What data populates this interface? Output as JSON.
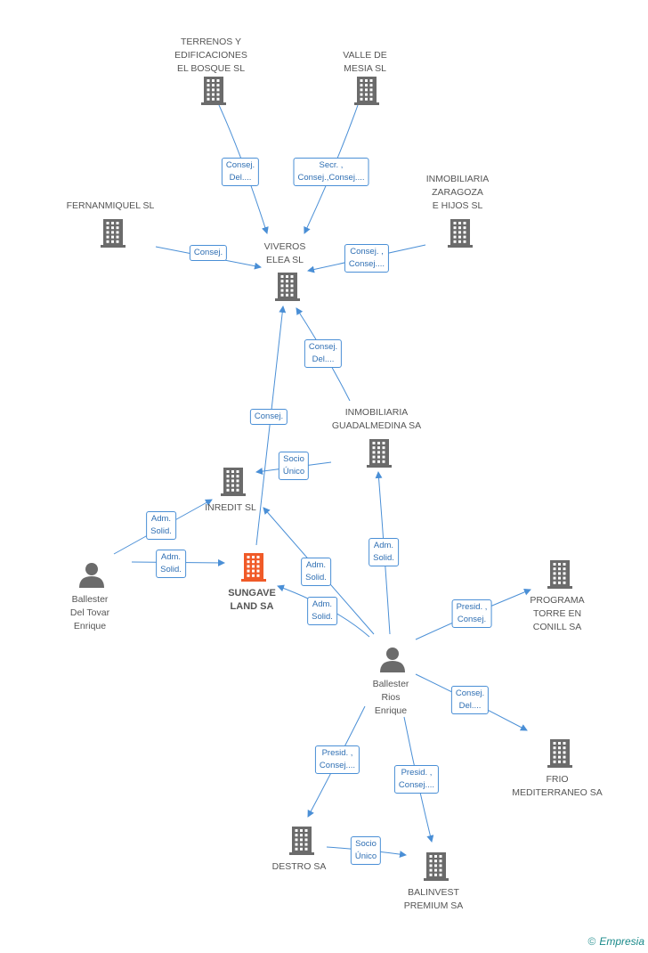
{
  "colors": {
    "edge": "#4a8fd6",
    "company": "#6b6b6b",
    "focus_company": "#f05a28",
    "person": "#6b6b6b"
  },
  "nodes": [
    {
      "id": "terrenos",
      "type": "company",
      "label": "TERRENOS Y\nEDIFICACIONES\nEL BOSQUE  SL"
    },
    {
      "id": "valle",
      "type": "company",
      "label": "VALLE DE\nMESIA  SL"
    },
    {
      "id": "fernanmiquel",
      "type": "company",
      "label": "FERNANMIQUEL SL"
    },
    {
      "id": "inmozaragoza",
      "type": "company",
      "label": "INMOBILIARIA\nZARAGOZA\nE HIJOS SL"
    },
    {
      "id": "viveros",
      "type": "company",
      "label": "VIVEROS\nELEA SL"
    },
    {
      "id": "inmoguadalmedina",
      "type": "company",
      "label": "INMOBILIARIA\nGUADALMEDINA SA"
    },
    {
      "id": "inredit",
      "type": "company",
      "label": "INREDIT SL"
    },
    {
      "id": "sungave",
      "type": "focus",
      "label": "SUNGAVE\nLAND SA"
    },
    {
      "id": "ballester_tovar",
      "type": "person",
      "label": "Ballester\nDel Tovar\nEnrique"
    },
    {
      "id": "programa",
      "type": "company",
      "label": "PROGRAMA\nTORRE EN\nCONILL SA"
    },
    {
      "id": "ballester_rios",
      "type": "person",
      "label": "Ballester\nRios\nEnrique"
    },
    {
      "id": "frio",
      "type": "company",
      "label": "FRIO\nMEDITERRANEO SA"
    },
    {
      "id": "destro",
      "type": "company",
      "label": "DESTRO SA"
    },
    {
      "id": "balinvest",
      "type": "company",
      "label": "BALINVEST\nPREMIUM SA"
    }
  ],
  "edges": [
    {
      "from": "terrenos",
      "to": "viveros",
      "label": "Consej.\nDel...."
    },
    {
      "from": "valle",
      "to": "viveros",
      "label": "Secr. ,\nConsej.,Consej...."
    },
    {
      "from": "fernanmiquel",
      "to": "viveros",
      "label": "Consej."
    },
    {
      "from": "inmozaragoza",
      "to": "viveros",
      "label": "Consej. ,\nConsej...."
    },
    {
      "from": "inmoguadalmedina",
      "to": "viveros",
      "label": "Consej.\nDel...."
    },
    {
      "from": "sungave",
      "to": "viveros",
      "label": "Consej."
    },
    {
      "from": "inmoguadalmedina",
      "to": "inredit",
      "label": "Socio\nÚnico"
    },
    {
      "from": "ballester_tovar",
      "to": "inredit",
      "label": "Adm.\nSolid."
    },
    {
      "from": "ballester_tovar",
      "to": "sungave",
      "label": "Adm.\nSolid."
    },
    {
      "from": "ballester_rios",
      "to": "inredit",
      "label": "Adm.\nSolid."
    },
    {
      "from": "ballester_rios",
      "to": "sungave",
      "label": "Adm.\nSolid."
    },
    {
      "from": "ballester_rios",
      "to": "inmoguadalmedina",
      "label": "Adm.\nSolid."
    },
    {
      "from": "ballester_rios",
      "to": "programa",
      "label": "Presid. ,\nConsej."
    },
    {
      "from": "ballester_rios",
      "to": "frio",
      "label": "Consej.\nDel...."
    },
    {
      "from": "ballester_rios",
      "to": "destro",
      "label": "Presid. ,\nConsej...."
    },
    {
      "from": "ballester_rios",
      "to": "balinvest",
      "label": "Presid. ,\nConsej...."
    },
    {
      "from": "destro",
      "to": "balinvest",
      "label": "Socio\nÚnico"
    }
  ],
  "footer": {
    "copyright": "©",
    "brand": "Empresia"
  }
}
